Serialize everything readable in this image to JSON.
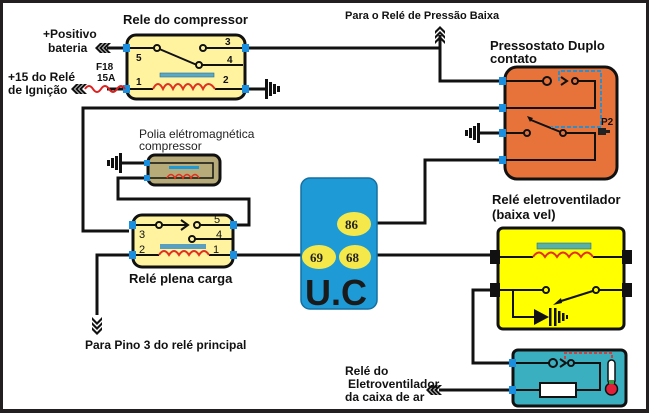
{
  "diagram": {
    "title": "Esquema elétrico do sistema de ar-condicionado",
    "colors": {
      "relay_yellow": "#fff3a0",
      "relay_yellow_bright": "#ffff00",
      "pressostato_orange": "#e8733a",
      "uc_blue": "#1e9ad6",
      "uc_pin_yellow": "#f5e84a",
      "thermo_box_teal": "#3aafc0",
      "pulley_khaki": "#b7ab7a",
      "terminal_blue": "#1a8fe0",
      "coil_red": "#e0301e",
      "core_blue": "#5aa8c8",
      "wire_black": "#111111",
      "dashed_blue": "#2a8fd0",
      "dashed_red": "#d04040",
      "fuse_red": "#e0201e"
    },
    "labels": {
      "rele_compressor": "Rele do compressor",
      "positivo_bateria_1": "+Positivo",
      "positivo_bateria_2": "bateria",
      "ignicao_1": "+15 do Relé",
      "ignicao_2": "de Ignição",
      "fuse_1": "F18",
      "fuse_2": "15A",
      "pressao_baixa": "Para o Relé de Pressão Baixa",
      "pressostato_1": "Pressostato Duplo",
      "pressostato_2": "contato",
      "p2": "P2",
      "polia_1": "Polia elétromagnética",
      "polia_2": "compressor",
      "rele_plena_carga": "Relé plena carga",
      "pino3": "Para Pino 3 do relé principal",
      "uc": "U.C",
      "eletrovent_1": "Relé eletroventilador",
      "eletrovent_2": "(baixa vel)",
      "caixa_1": "Relé do",
      "caixa_2": "Eletroventilador",
      "caixa_3": "da caixa de ar"
    },
    "relay_compressor_pins": [
      "5",
      "1",
      "3",
      "4",
      "2"
    ],
    "relay_plena_pins": [
      "3",
      "2",
      "5",
      "4",
      "1"
    ],
    "uc_pins": [
      "86",
      "69",
      "68"
    ],
    "icons": {
      "connector": "triple-chevron-arrow",
      "ground": "ground-symbol",
      "fuse": "wavy-fuse",
      "coil": "inductor-coil",
      "diode": "diode",
      "thermometer": "thermometer",
      "resistor": "resistor"
    }
  }
}
